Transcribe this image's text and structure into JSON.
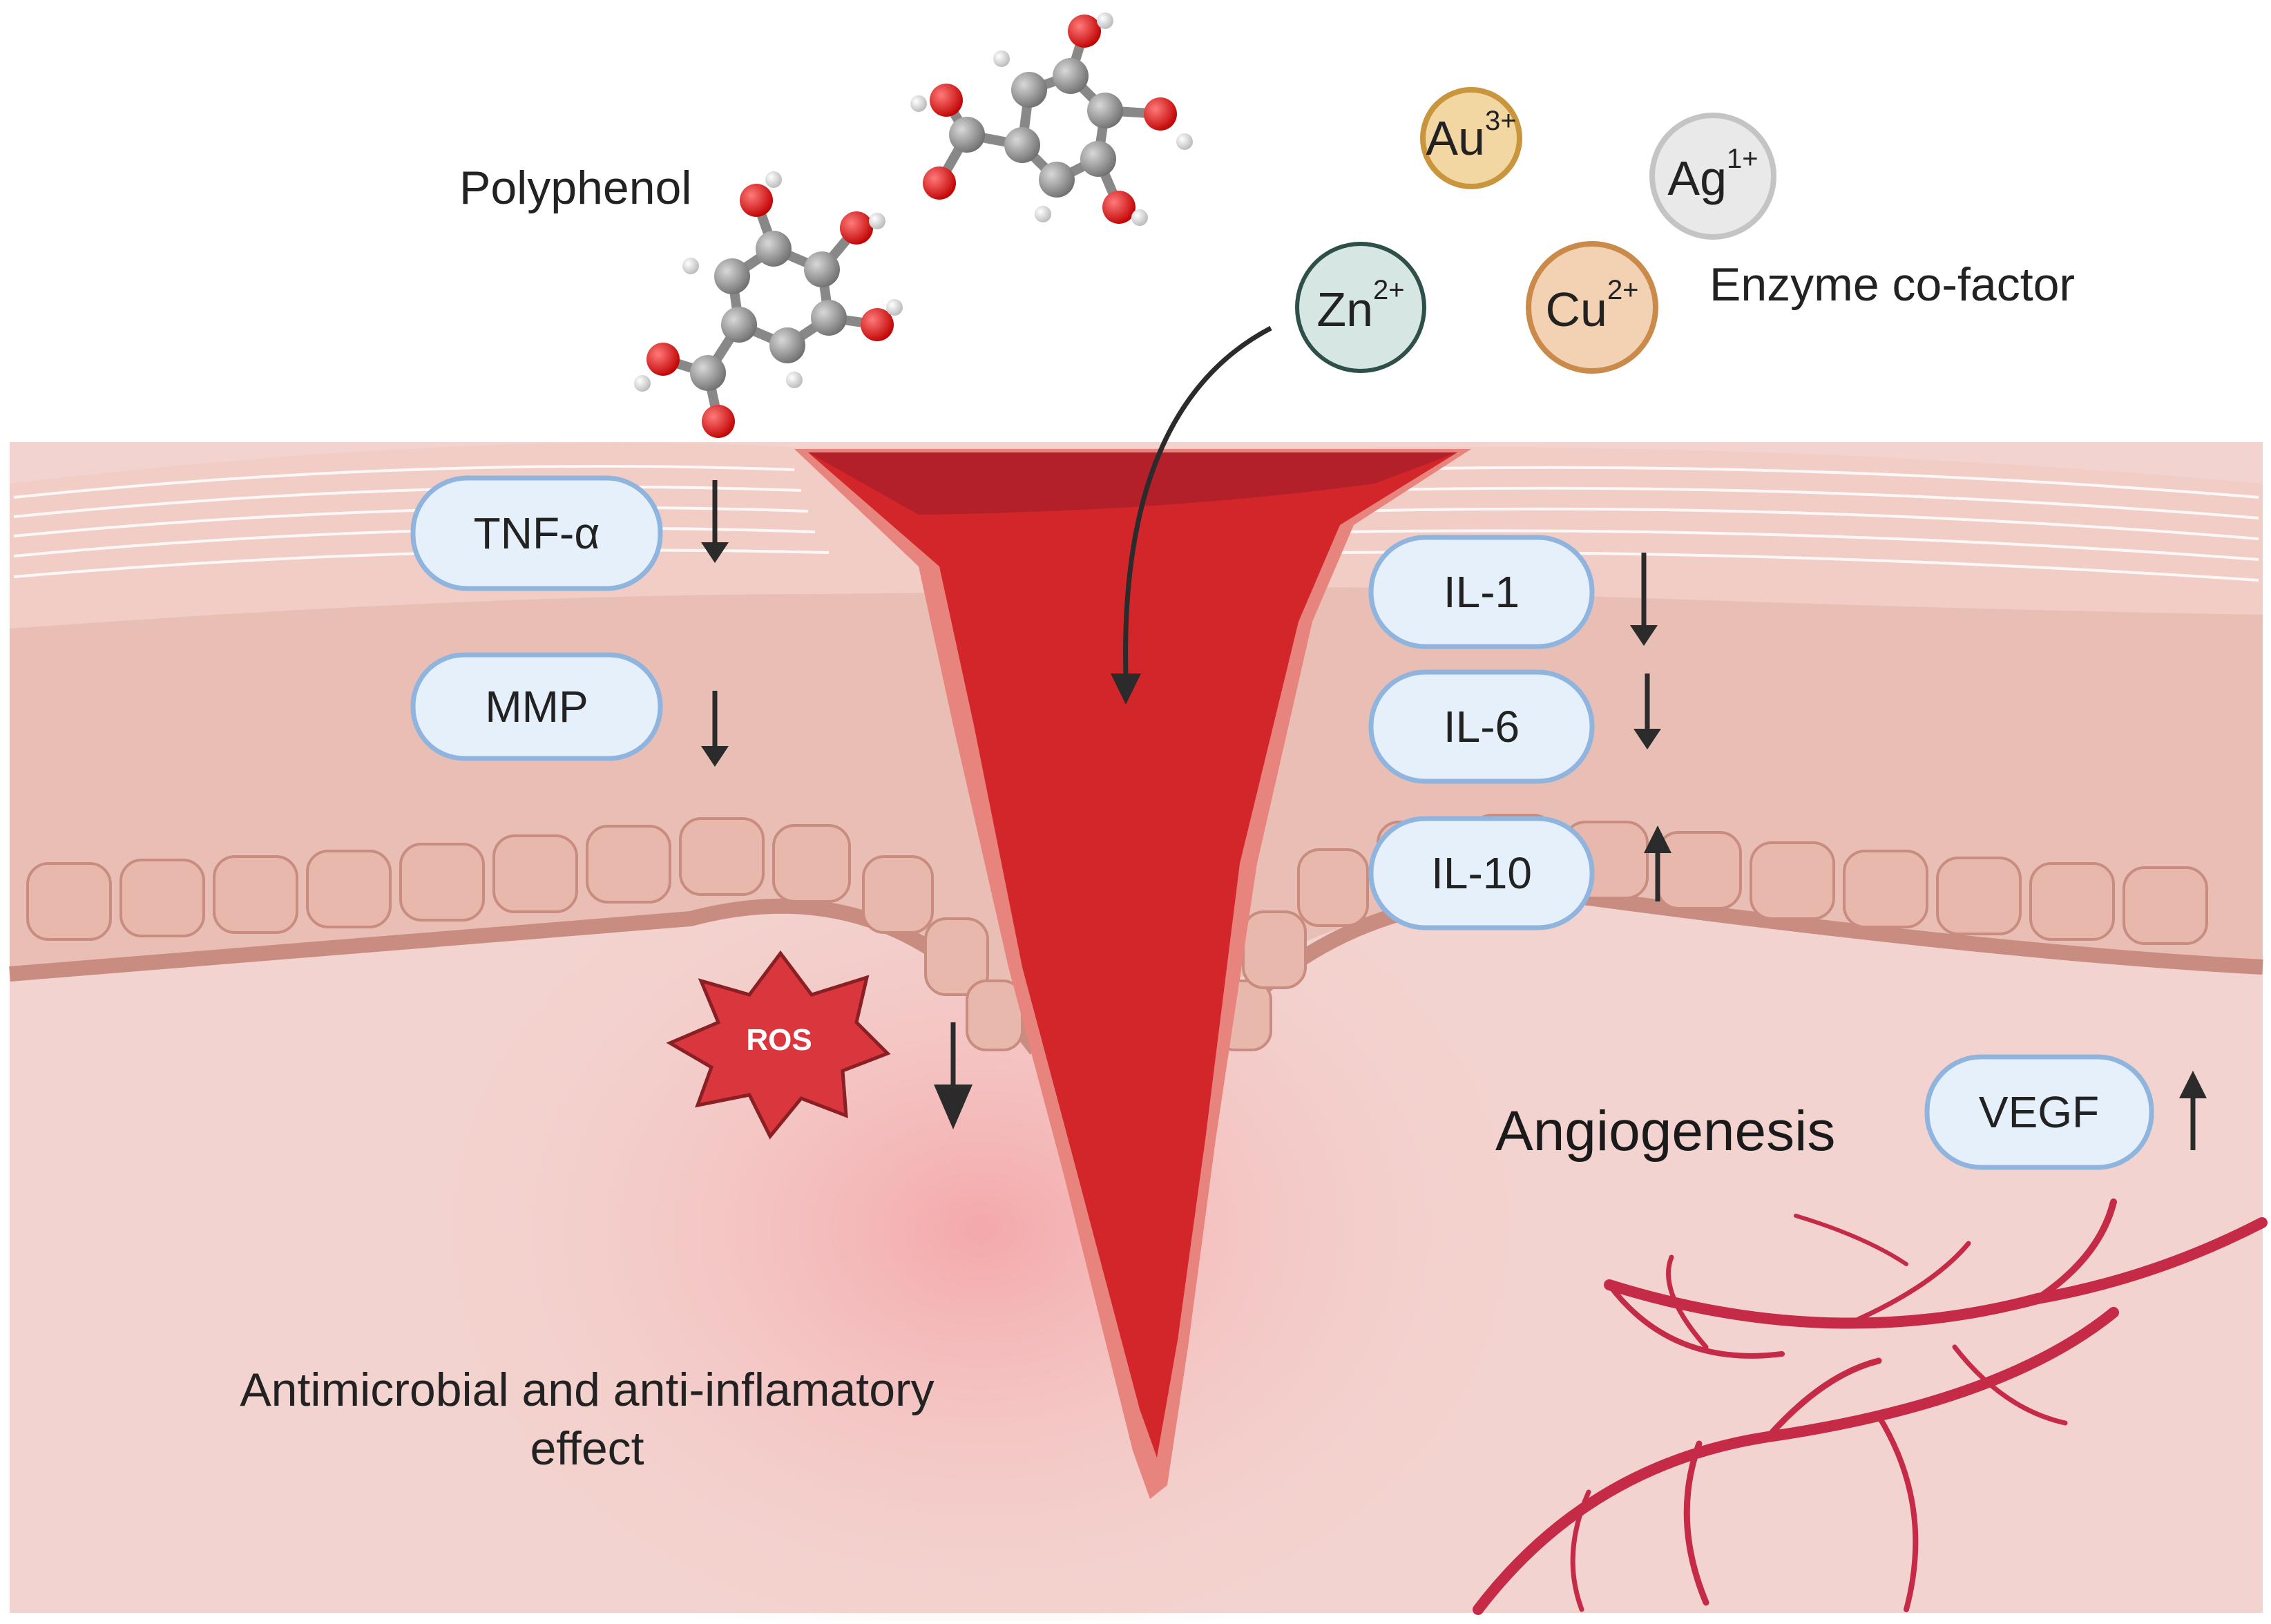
{
  "figure": {
    "polyphenol_label": "Polyphenol",
    "enzyme_label": "Enzyme co-factor",
    "ions": [
      {
        "symbol": "Au",
        "charge": "3+",
        "color": "#f3d7a3",
        "stroke": "#c9963d"
      },
      {
        "symbol": "Ag",
        "charge": "1+",
        "color": "#e9e9e9",
        "stroke": "#c4c4c4"
      },
      {
        "symbol": "Zn",
        "charge": "2+",
        "color": "#d6e6e2",
        "stroke": "#2f4f4a"
      },
      {
        "symbol": "Cu",
        "charge": "2+",
        "color": "#f3d2b3",
        "stroke": "#c98a4a"
      }
    ],
    "markers_left": [
      {
        "label": "TNF-α",
        "direction": "down"
      },
      {
        "label": "MMP",
        "direction": "down"
      }
    ],
    "markers_right": [
      {
        "label": "IL-1",
        "direction": "down"
      },
      {
        "label": "IL-6",
        "direction": "down"
      },
      {
        "label": "IL-10",
        "direction": "up"
      }
    ],
    "ros": {
      "label": "ROS",
      "direction": "down"
    },
    "angiogenesis": {
      "label": "Angiogenesis",
      "marker": "VEGF",
      "direction": "up"
    },
    "effect_label_line1": "Antimicrobial and anti-inflamatory",
    "effect_label_line2": "effect",
    "colors": {
      "wound": "#d3262b",
      "wound_dark": "#b3202a",
      "dermis": "#f3d3cf",
      "epidermis": "#e9bfb5",
      "vessel": "#c52a47",
      "pill_fill": "#e6f0fb",
      "pill_stroke": "#8fb4dd",
      "ros_fill": "#d9363e"
    }
  }
}
